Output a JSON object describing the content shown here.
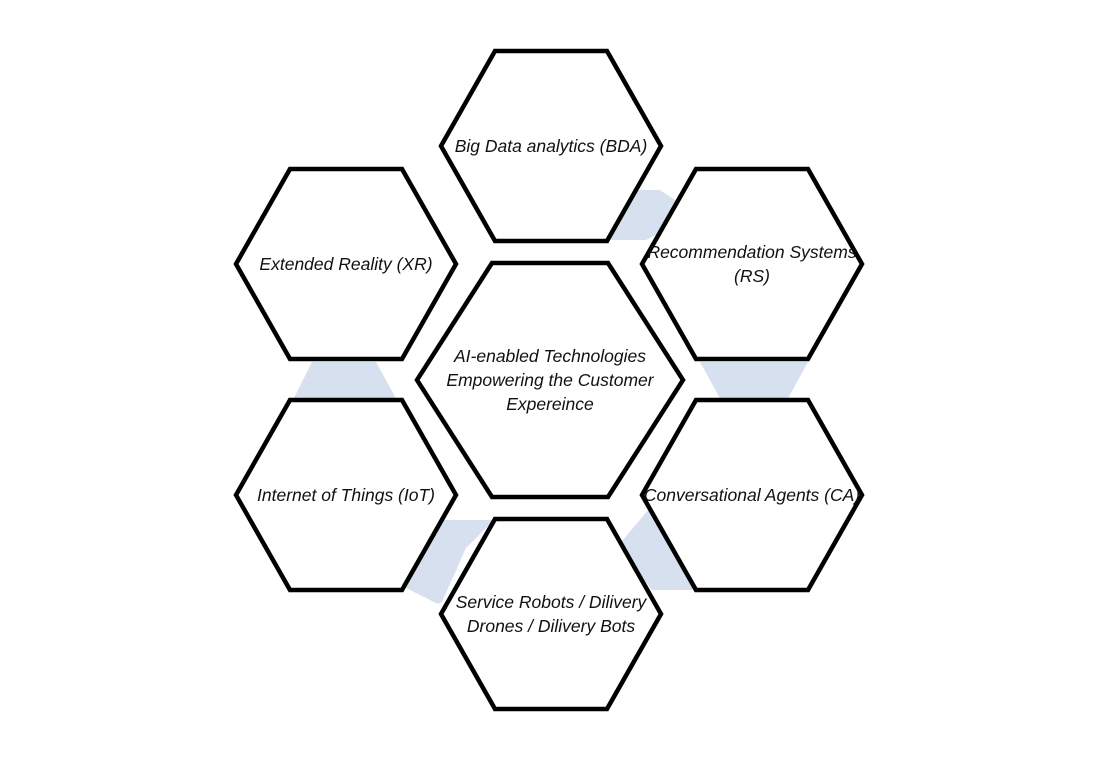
{
  "diagram": {
    "center": {
      "id": "center",
      "lines": [
        "AI-enabled Technologies",
        "Empowering the Customer",
        "Expereince"
      ]
    },
    "nodes": [
      {
        "id": "bda",
        "lines": [
          "Big Data analytics (BDA)"
        ]
      },
      {
        "id": "rs",
        "lines": [
          "Recommendation Systems",
          "(RS)"
        ]
      },
      {
        "id": "ca",
        "lines": [
          "Conversational Agents (CA)"
        ]
      },
      {
        "id": "robots",
        "lines": [
          "Service Robots / Dilivery",
          "Drones / Dilivery Bots"
        ]
      },
      {
        "id": "iot",
        "lines": [
          "Internet of Things (IoT)"
        ]
      },
      {
        "id": "xr",
        "lines": [
          "Extended Reality (XR)"
        ]
      }
    ],
    "colors": {
      "hex_fill": "#ffffff",
      "hex_stroke": "#000000",
      "connector_fill": "#d6e0ee",
      "text": "#111111"
    }
  }
}
